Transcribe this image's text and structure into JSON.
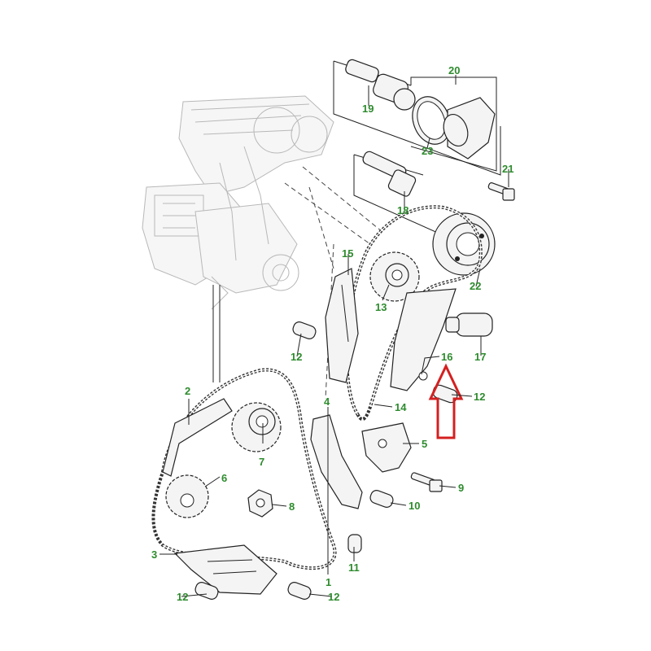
{
  "callouts": [
    {
      "id": "c1",
      "text": "1"
    },
    {
      "id": "c2",
      "text": "2"
    },
    {
      "id": "c3",
      "text": "3"
    },
    {
      "id": "c4",
      "text": "4"
    },
    {
      "id": "c5",
      "text": "5"
    },
    {
      "id": "c6",
      "text": "6"
    },
    {
      "id": "c7",
      "text": "7"
    },
    {
      "id": "c8",
      "text": "8"
    },
    {
      "id": "c9",
      "text": "9"
    },
    {
      "id": "c10",
      "text": "10"
    },
    {
      "id": "c11",
      "text": "11"
    },
    {
      "id": "c12a",
      "text": "12"
    },
    {
      "id": "c12b",
      "text": "12"
    },
    {
      "id": "c12c",
      "text": "12"
    },
    {
      "id": "c12d",
      "text": "12"
    },
    {
      "id": "c13",
      "text": "13"
    },
    {
      "id": "c14",
      "text": "14"
    },
    {
      "id": "c15",
      "text": "15"
    },
    {
      "id": "c16",
      "text": "16"
    },
    {
      "id": "c17",
      "text": "17"
    },
    {
      "id": "c18",
      "text": "18"
    },
    {
      "id": "c19",
      "text": "19"
    },
    {
      "id": "c20",
      "text": "20"
    },
    {
      "id": "c21",
      "text": "21"
    },
    {
      "id": "c22",
      "text": "22"
    },
    {
      "id": "c23",
      "text": "23"
    }
  ],
  "colors": {
    "callout": "#2e8b2e",
    "arrow": "#d42020",
    "line": "#222222"
  }
}
